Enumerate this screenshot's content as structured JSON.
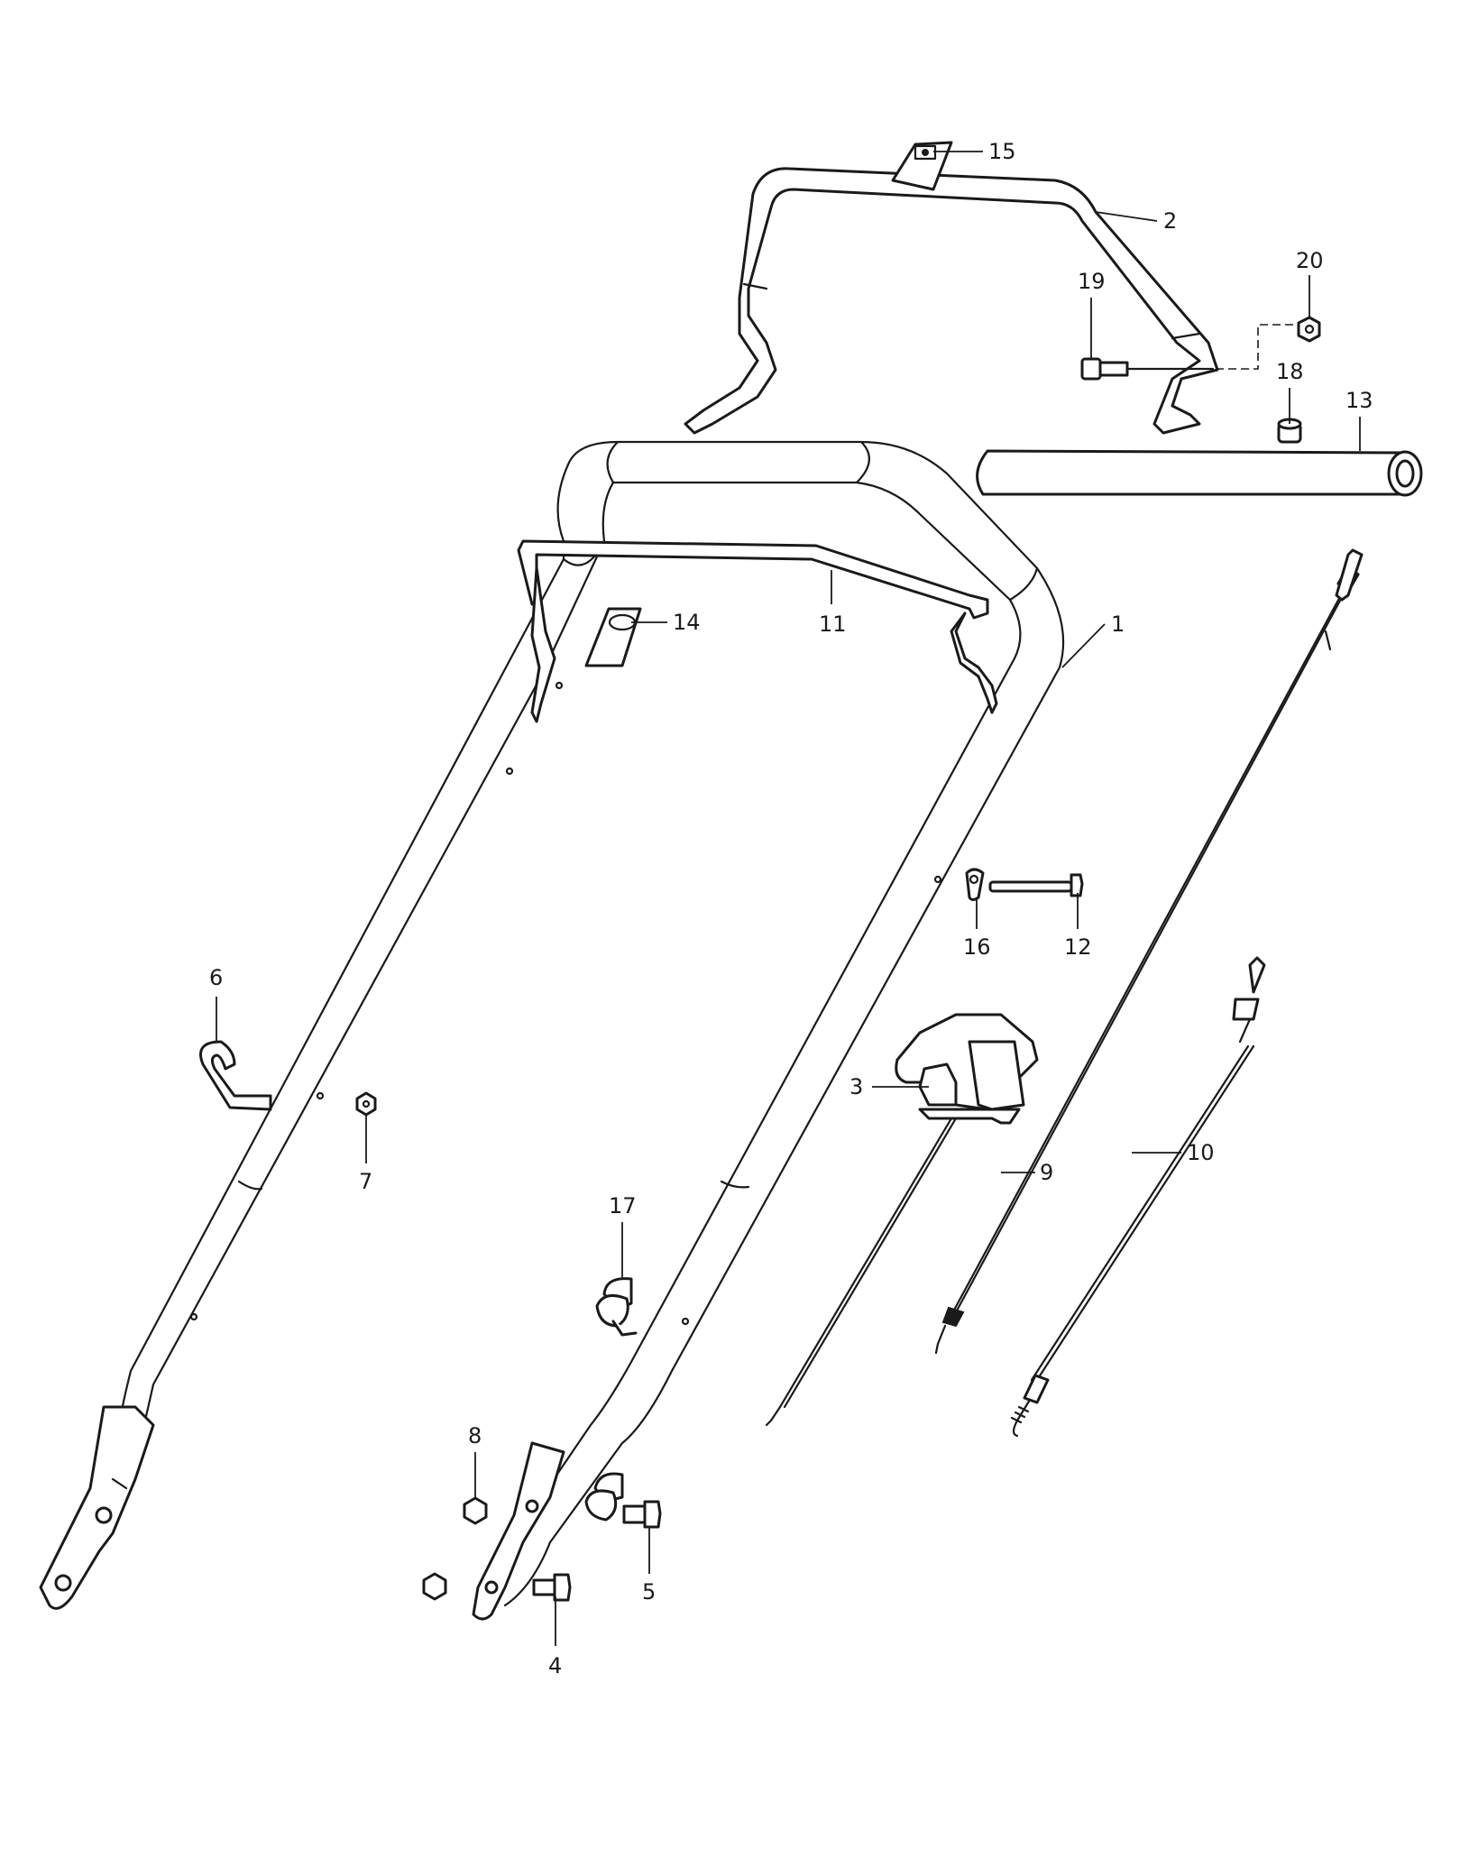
{
  "callouts": [
    {
      "id": "1",
      "text": "1"
    },
    {
      "id": "2",
      "text": "2"
    },
    {
      "id": "3",
      "text": "3"
    },
    {
      "id": "4",
      "text": "4"
    },
    {
      "id": "5",
      "text": "5"
    },
    {
      "id": "6",
      "text": "6"
    },
    {
      "id": "7",
      "text": "7"
    },
    {
      "id": "8",
      "text": "8"
    },
    {
      "id": "9",
      "text": "9"
    },
    {
      "id": "10",
      "text": "10"
    },
    {
      "id": "11",
      "text": "11"
    },
    {
      "id": "12",
      "text": "12"
    },
    {
      "id": "13",
      "text": "13"
    },
    {
      "id": "14",
      "text": "14"
    },
    {
      "id": "15",
      "text": "15"
    },
    {
      "id": "16",
      "text": "16"
    },
    {
      "id": "17",
      "text": "17"
    },
    {
      "id": "18",
      "text": "18"
    },
    {
      "id": "19",
      "text": "19"
    },
    {
      "id": "20",
      "text": "20"
    }
  ],
  "colors": {
    "line": "#1a1a1a",
    "background": "#ffffff"
  }
}
